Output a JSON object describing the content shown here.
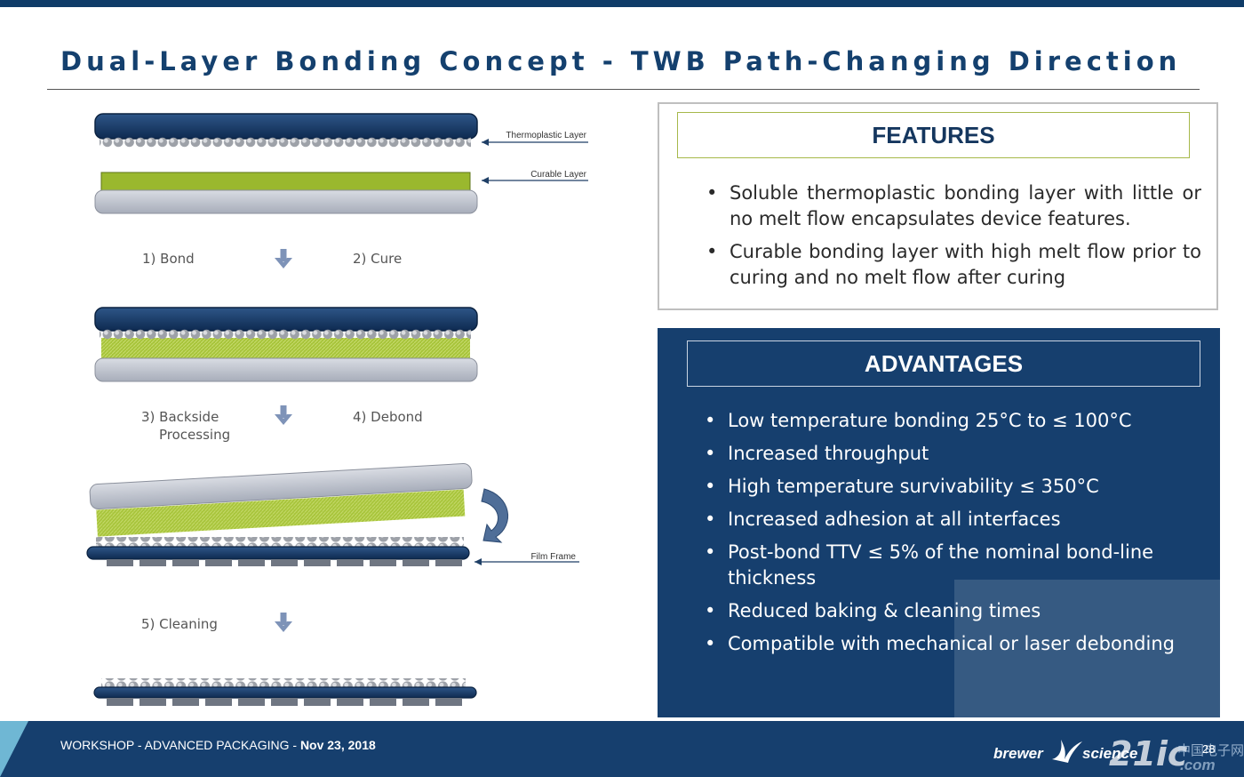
{
  "title": "Dual-Layer Bonding Concept - TWB Path-Changing Direction",
  "diagram": {
    "labels": {
      "thermoplastic": "Thermoplastic Layer",
      "curable": "Curable Layer",
      "film_frame": "Film Frame"
    },
    "steps": {
      "bond": "1) Bond",
      "cure": "2) Cure",
      "backside_1": "3) Backside",
      "backside_2": "Processing",
      "debond": "4) Debond",
      "cleaning": "5) Cleaning"
    }
  },
  "features": {
    "heading": "FEATURES",
    "items": [
      "Soluble thermoplastic bonding layer with little or no melt flow encapsulates device features.",
      "Curable bonding layer with high melt flow prior to curing and no melt flow after curing"
    ]
  },
  "advantages": {
    "heading": "ADVANTAGES",
    "items": [
      "Low temperature bonding 25°C to ≤ 100°C",
      "Increased throughput",
      "High temperature survivability ≤ 350°C",
      "Increased adhesion at all interfaces",
      "Post-bond TTV ≤ 5% of the nominal bond-line thickness",
      "Reduced baking & cleaning times",
      "Compatible with mechanical or laser debonding"
    ]
  },
  "footer": {
    "event": "WORKSHOP - ADVANCED PACKAGING - ",
    "date": "Nov 23, 2018",
    "page": "28",
    "logo_left": "brewer",
    "logo_right": "science"
  },
  "watermark": {
    "brand": "21ic",
    "cn": "中国电子网",
    "com": ".com"
  },
  "colors": {
    "navy": "#163f6e",
    "title_blue": "#14406e",
    "curable_green": "#9ab82e",
    "carrier_gray": "#b3b8c4",
    "arrow_blue": "#7e93b8"
  }
}
